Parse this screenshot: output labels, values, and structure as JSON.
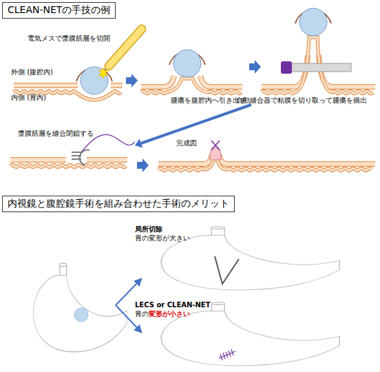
{
  "diagram": {
    "nodes": [
      {
        "text": [
          "CLEAN-NETの手技の例"
        ]
      },
      {
        "text": [
          "内視鏡と腹腔鏡手術を組み合わせた手術のメリット"
        ]
      }
    ],
    "labels": [
      "電気メスで漿膜筋層を切開",
      "外側 (腹腔内)",
      "内側 (胃内)",
      "腫瘍を腹腔内へ引き出す",
      "自動縫合器で粘膜を切り取って腫瘍を摘出",
      "漿膜筋層を縫合閉鎖する",
      "完成図",
      "局所切除",
      "胃の変形が大きい",
      "LECS or CLEAN-NET",
      "胃の",
      "変形が小さい"
    ]
  }
}
